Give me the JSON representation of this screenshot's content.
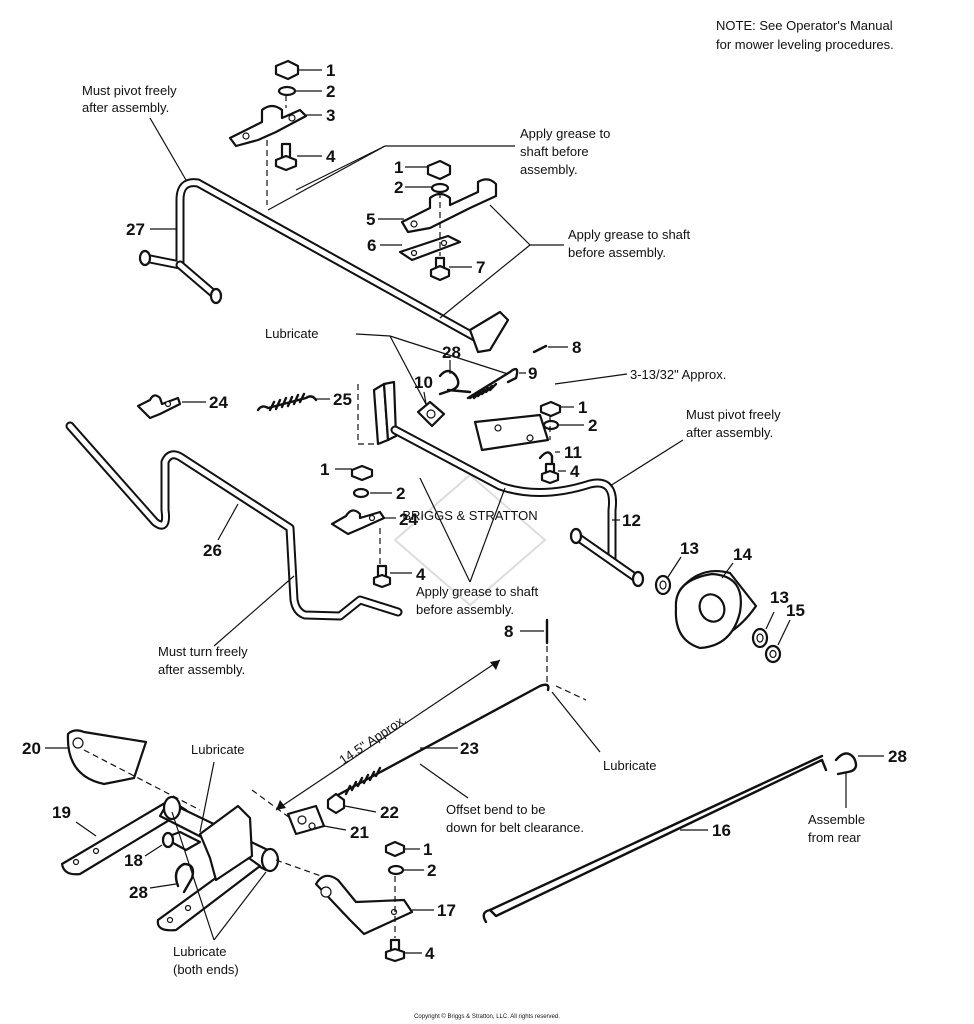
{
  "note": {
    "line1": "NOTE: See Operator's Manual",
    "line2": "for mower leveling procedures."
  },
  "callouts": {
    "must_pivot_top_1": "Must pivot freely",
    "must_pivot_top_2": "after assembly.",
    "grease_1_1": "Apply grease to",
    "grease_1_2": "shaft before",
    "grease_1_3": "assembly.",
    "grease_2_1": "Apply grease to shaft",
    "grease_2_2": "before assembly.",
    "lubricate_top": "Lubricate",
    "approx_3_13_32": "3-13/32\" Approx.",
    "must_pivot_right_1": "Must pivot freely",
    "must_pivot_right_2": "after assembly.",
    "grease_3_1": "Apply grease to shaft",
    "grease_3_2": "before assembly.",
    "must_turn_1": "Must turn freely",
    "must_turn_2": "after assembly.",
    "approx_14_5": "14.5\" Approx.",
    "lubricate_right": "Lubricate",
    "lubricate_left": "Lubricate",
    "offset_1": "Offset bend to be",
    "offset_2": "down for belt clearance.",
    "assemble_1": "Assemble",
    "assemble_2": "from rear",
    "lube_both_1": "Lubricate",
    "lube_both_2": "(both ends)"
  },
  "part_numbers": {
    "p1": "1",
    "p2": "2",
    "p3": "3",
    "p4": "4",
    "p5": "5",
    "p6": "6",
    "p7": "7",
    "p8": "8",
    "p9": "9",
    "p10": "10",
    "p11": "11",
    "p12": "12",
    "p13": "13",
    "p14": "14",
    "p15": "15",
    "p16": "16",
    "p17": "17",
    "p18": "18",
    "p19": "19",
    "p20": "20",
    "p21": "21",
    "p22": "22",
    "p23": "23",
    "p24": "24",
    "p25": "25",
    "p26": "26",
    "p27": "27",
    "p28": "28"
  },
  "watermark": "BRIGGS & STRATTON",
  "copyright": "Copyright © Briggs & Stratton, LLC. All rights reserved."
}
